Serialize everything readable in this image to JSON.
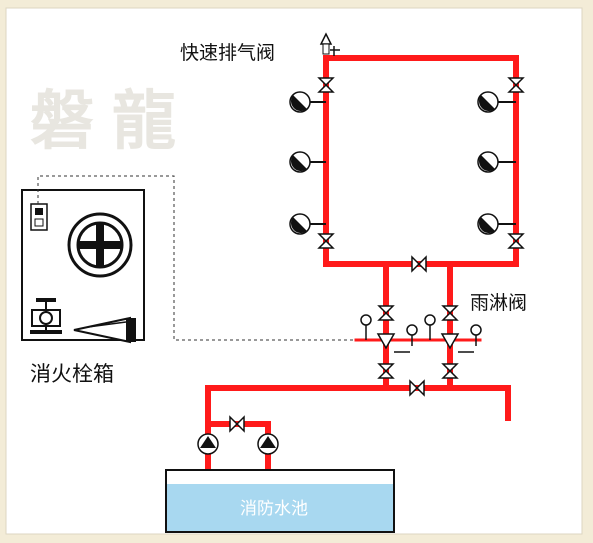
{
  "watermark": "磐龍",
  "labels": {
    "air_valve": "快速排气阀",
    "deluge_valve": "雨淋阀",
    "hydrant_box": "消火栓箱",
    "water_pool": "消防水池"
  },
  "colors": {
    "pipe": "#ff1a1a",
    "panel": "#ffffff",
    "pool_water": "#a8d8f0",
    "background": "#f3ecd7"
  },
  "icons": [
    "sprinkler-head-icon",
    "gate-valve-icon",
    "pump-icon",
    "pressure-gauge-icon",
    "hydrant-wheel-icon",
    "air-valve-icon",
    "nozzle-icon"
  ]
}
